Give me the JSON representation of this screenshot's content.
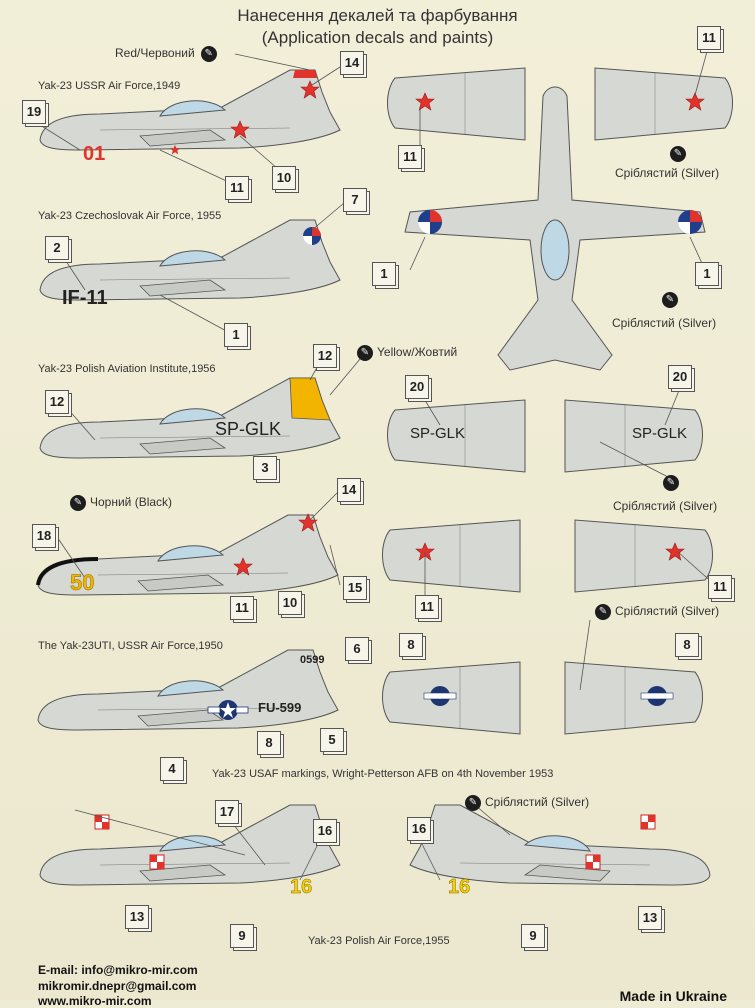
{
  "header": {
    "title_ua": "Нанесення декалей та фарбування",
    "title_en": "(Application decals and paints)"
  },
  "captions": {
    "ussr_1949": "Yak-23 USSR Air Force,1949",
    "czech_1955": "Yak-23 Czechoslovak Air Force, 1955",
    "polish_inst_1956": "Yak-23 Polish Aviation Institute,1956",
    "yak23uti_1950": "The Yak-23UTI, USSR Air Force,1950",
    "usaf_1953": "Yak-23 USAF markings, Wright-Petterson AFB on 4th November 1953",
    "polish_1955": "Yak-23 Polish Air Force,1955"
  },
  "paints": {
    "red": "Red/Червоний",
    "yellow": "Yellow/Жовтий",
    "black": "Чорний (Black)",
    "silver": "Сріблястий (Silver)"
  },
  "markings": {
    "code_01": "01",
    "code_if11": "IF-11",
    "code_spglk": "SP-GLK",
    "code_50": "50",
    "code_fu599": "FU-599",
    "code_0599": "0599",
    "code_16": "16"
  },
  "decal_numbers": {
    "n1": "1",
    "n2": "2",
    "n3": "3",
    "n4": "4",
    "n5": "5",
    "n6": "6",
    "n7": "7",
    "n8": "8",
    "n9": "9",
    "n10": "10",
    "n11": "11",
    "n12": "12",
    "n13": "13",
    "n14": "14",
    "n15": "15",
    "n16": "16",
    "n17": "17",
    "n18": "18",
    "n19": "19",
    "n20": "20"
  },
  "footer": {
    "email_label": "E-mail: info@mikro-mir.com",
    "email2": "mikromir.dnepr@gmail.com",
    "web": "www.mikro-mir.com",
    "made": "Made in Ukraine"
  },
  "colors": {
    "background": "#efecd6",
    "aircraft": "#d6d8d3",
    "outline": "#555555",
    "star_red": "#e2322c",
    "yellow": "#f3b400",
    "czech_blue": "#1f3f8a",
    "usaf_blue": "#1d3570"
  }
}
